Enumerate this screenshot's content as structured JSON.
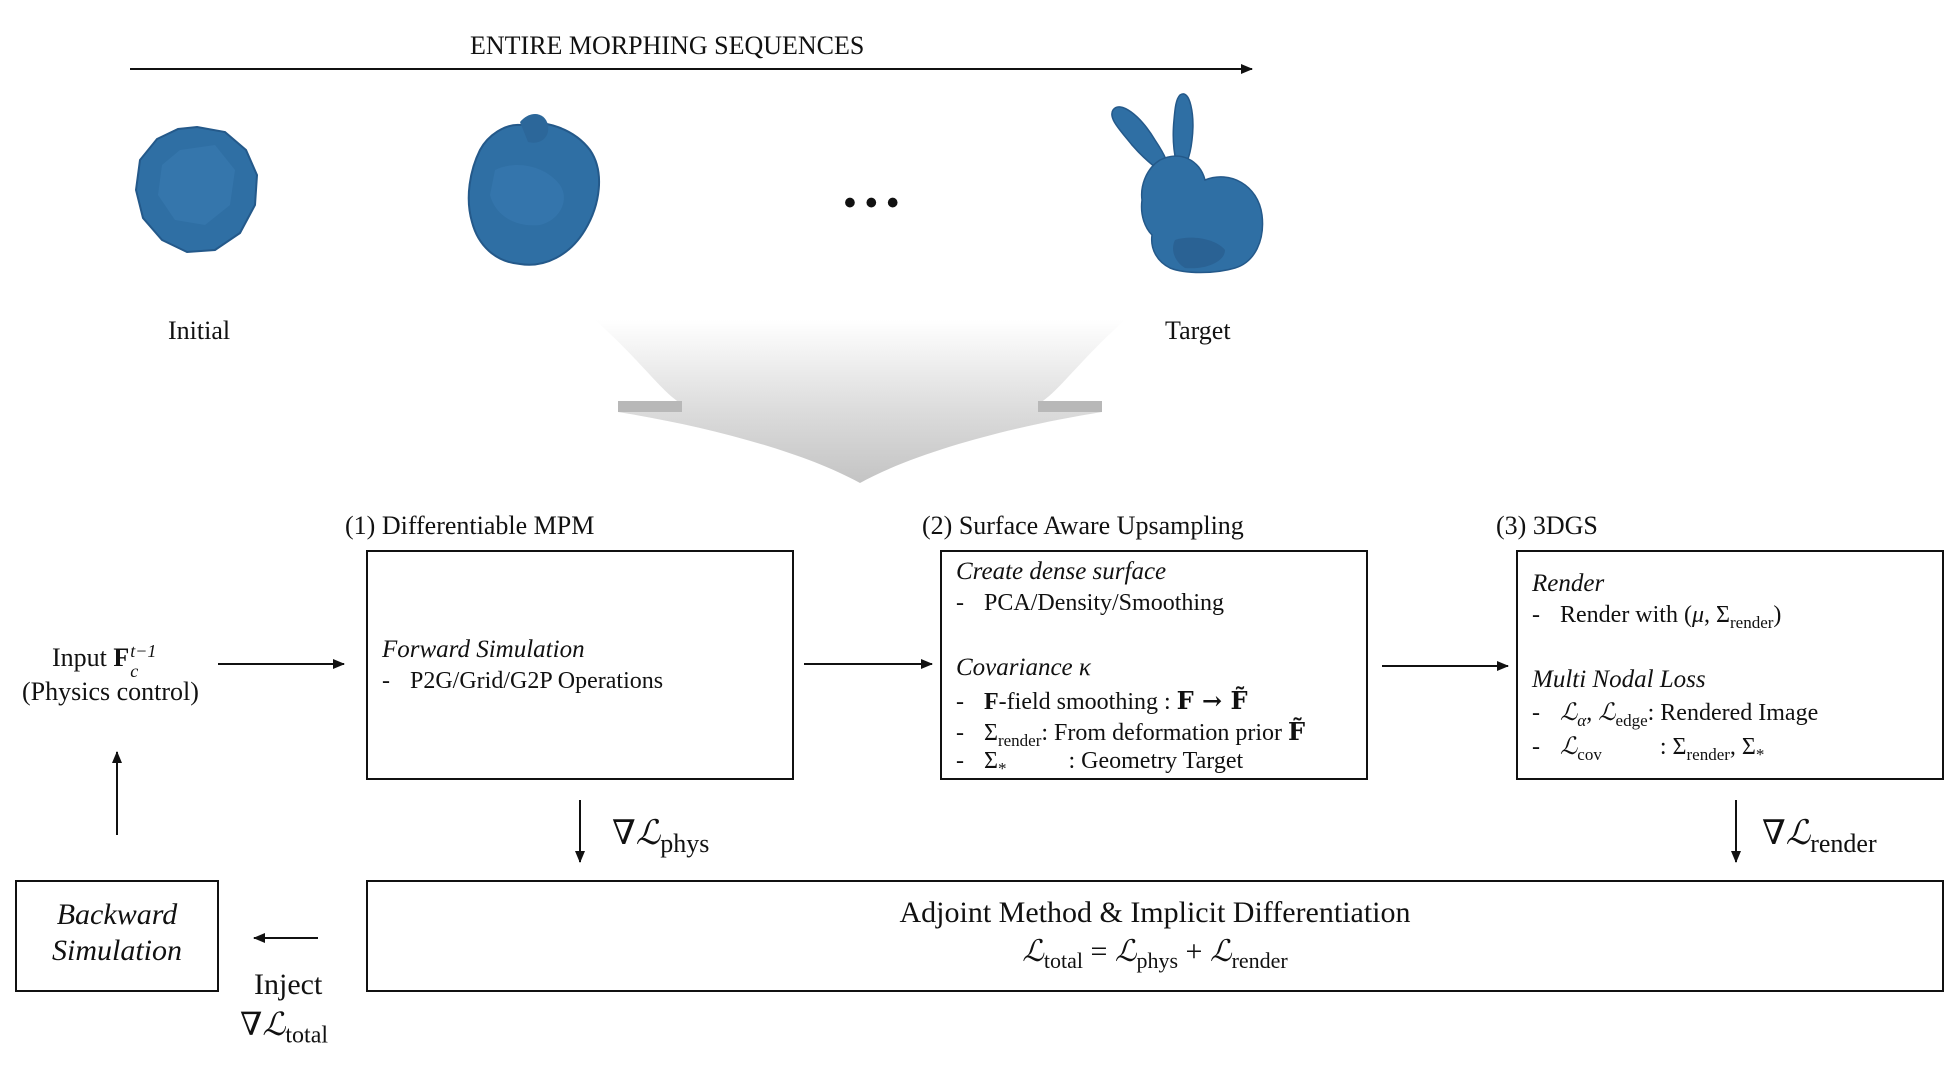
{
  "top": {
    "sequence_label": "ENTIRE MORPHING SEQUENCES",
    "ellipsis": "• • •",
    "initial_label": "Initial",
    "target_label": "Target"
  },
  "input": {
    "label_prefix": "Input ",
    "symbol": "F",
    "subscript": "c",
    "superscript": "t−1",
    "sub_label": "(Physics control)"
  },
  "mpm": {
    "title": "(1) Differentiable MPM",
    "heading": "Forward Simulation",
    "items": [
      "P2G/Grid/G2P Operations"
    ]
  },
  "upsampling": {
    "title": "(2) Surface Aware Upsampling",
    "heading1": "Create dense surface",
    "item1": "PCA/Density/Smoothing",
    "heading2_text": "Covariance ",
    "heading2_symbol": "κ",
    "item2_bold": "F",
    "item2_text": "-field smoothing : ",
    "item2_math": "F → F̃",
    "item3_symbol": "Σ",
    "item3_sub": "render",
    "item3_text": ": From deformation prior ",
    "item3_math": "F̃",
    "item4_symbol": "Σ",
    "item4_sub": "*",
    "item4_text": ": Geometry Target"
  },
  "gs": {
    "title": "(3) 3DGS",
    "heading1": "Render",
    "item1_text": "Render with (",
    "item1_mu": "μ",
    "item1_sigma": "Σ",
    "item1_sub": "render",
    "item1_close": ")",
    "heading2": "Multi Nodal Loss",
    "item2_l1": "ℒ",
    "item2_sub1": "α",
    "item2_l2": "ℒ",
    "item2_sub2": "edge",
    "item2_text": ": Rendered Image",
    "item3_l": "ℒ",
    "item3_sub": "cov",
    "item3_sigma1": "Σ",
    "item3_sub_s1": "render",
    "item3_sigma2": "Σ",
    "item3_sub_s2": "*"
  },
  "gradients": {
    "phys_nabla": "∇ℒ",
    "phys_sub": "phys",
    "render_nabla": "∇ℒ",
    "render_sub": "render",
    "total_nabla": "∇ℒ",
    "total_sub": "total",
    "inject_label": "Inject"
  },
  "adjoint": {
    "title": "Adjoint Method & Implicit Differentiation",
    "l_total": "ℒ",
    "l_total_sub": "total",
    "equals": " = ",
    "l_phys": "ℒ",
    "l_phys_sub": "phys",
    "plus": " + ",
    "l_render": "ℒ",
    "l_render_sub": "render"
  },
  "backward": {
    "line1": "Backward",
    "line2": "Simulation"
  },
  "colors": {
    "shape_blue": "#2f6fa4",
    "shape_dark": "#1f4f7a",
    "line": "#111111"
  }
}
